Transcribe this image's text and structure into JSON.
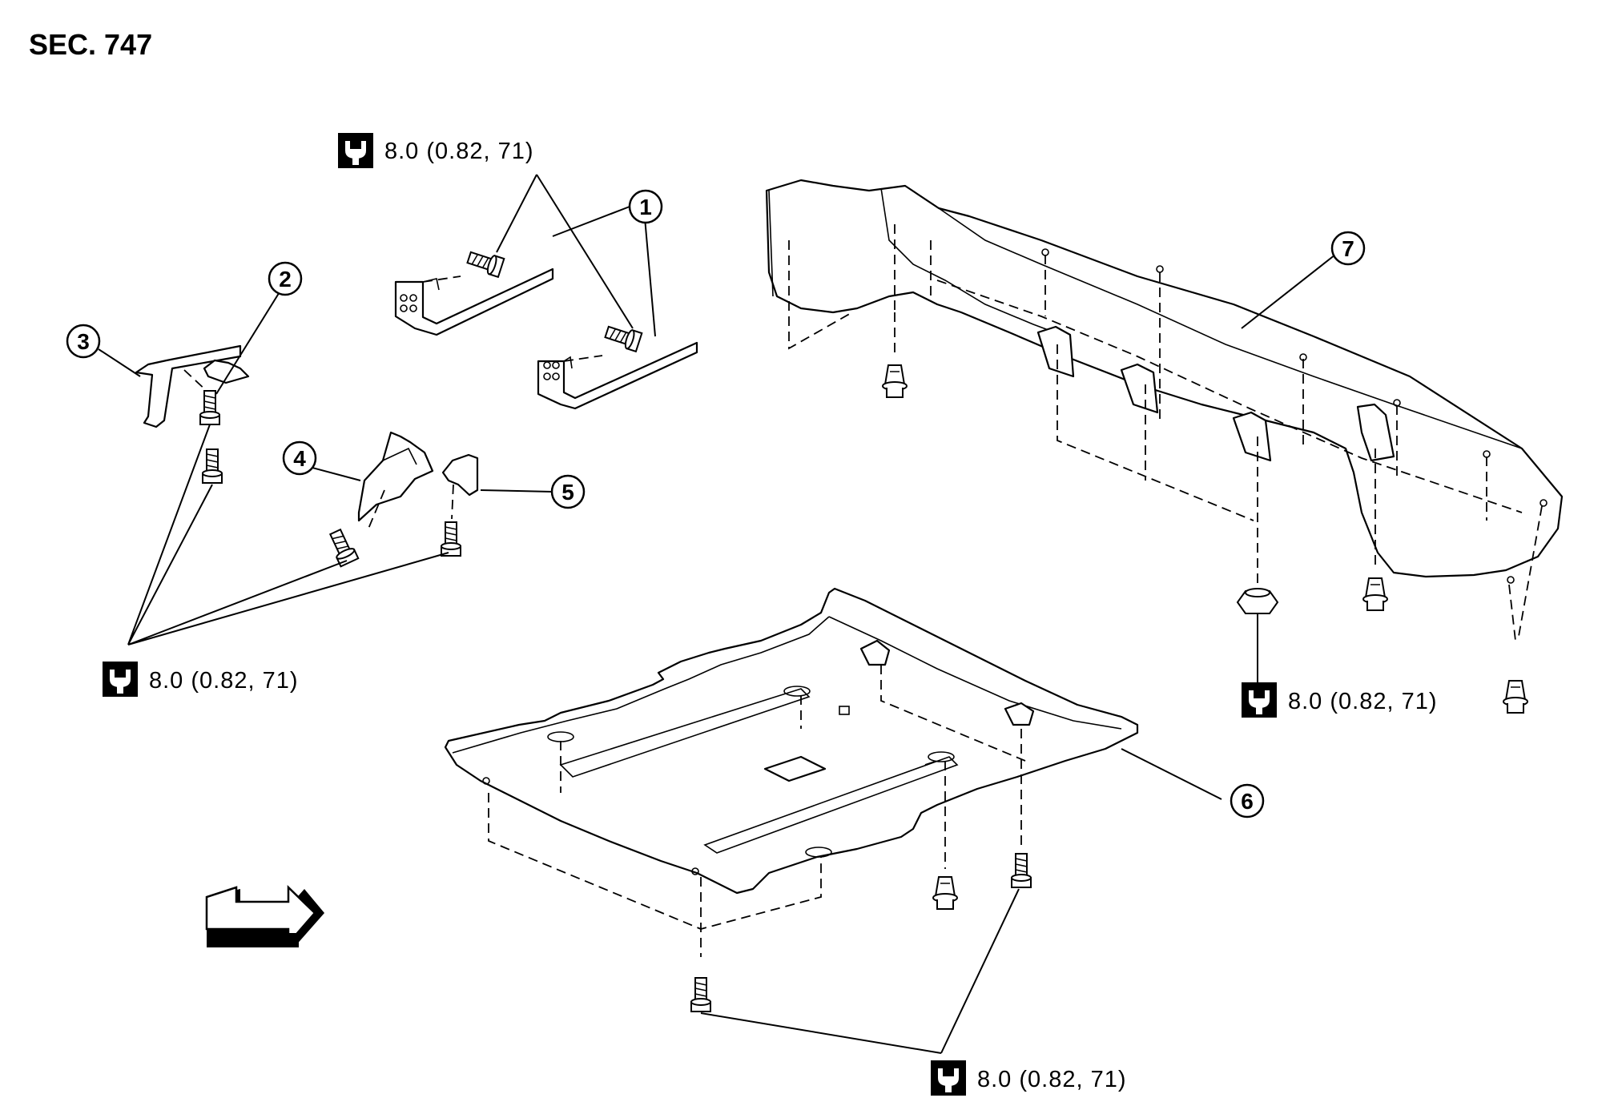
{
  "section": {
    "label": "SEC. 747"
  },
  "torque_specs": [
    {
      "id": "torque-top",
      "value": "8.0 (0.82, 71)"
    },
    {
      "id": "torque-left",
      "value": "8.0 (0.82, 71)"
    },
    {
      "id": "torque-right",
      "value": "8.0 (0.82, 71)"
    },
    {
      "id": "torque-bottom",
      "value": "8.0 (0.82, 71)"
    }
  ],
  "callouts": [
    "1",
    "2",
    "3",
    "4",
    "5",
    "6",
    "7"
  ],
  "icons": {
    "torque": "torque-wrench-icon",
    "front": "front-direction-arrow-icon"
  },
  "colors": {
    "line": "#000000",
    "background": "#ffffff"
  }
}
